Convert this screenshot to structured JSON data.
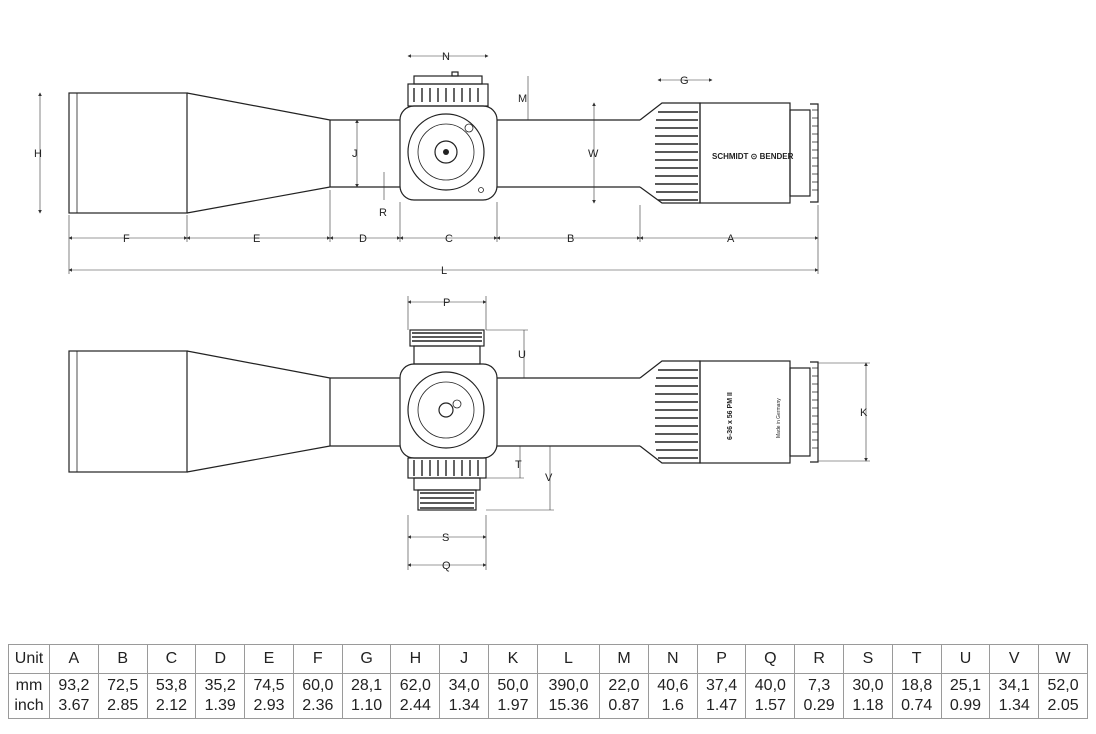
{
  "diagram": {
    "labels": {
      "A": "A",
      "B": "B",
      "C": "C",
      "D": "D",
      "E": "E",
      "F": "F",
      "G": "G",
      "H": "H",
      "J": "J",
      "K": "K",
      "L": "L",
      "M": "M",
      "N": "N",
      "P": "P",
      "Q": "Q",
      "R": "R",
      "S": "S",
      "T": "T",
      "U": "U",
      "V": "V",
      "W": "W"
    },
    "brand_text": "SCHMIDT ⊙ BENDER",
    "model_text": "6-36 x 56 PM II",
    "origin_text": "Made in Germany"
  },
  "table": {
    "unit_header": "Unit",
    "columns": [
      "A",
      "B",
      "C",
      "D",
      "E",
      "F",
      "G",
      "H",
      "J",
      "K",
      "L",
      "M",
      "N",
      "P",
      "Q",
      "R",
      "S",
      "T",
      "U",
      "V",
      "W"
    ],
    "row_labels": [
      "mm",
      "inch"
    ],
    "mm": [
      "93,2",
      "72,5",
      "53,8",
      "35,2",
      "74,5",
      "60,0",
      "28,1",
      "62,0",
      "34,0",
      "50,0",
      "390,0",
      "22,0",
      "40,6",
      "37,4",
      "40,0",
      "7,3",
      "30,0",
      "18,8",
      "25,1",
      "34,1",
      "52,0"
    ],
    "inch": [
      "3.67",
      "2.85",
      "2.12",
      "1.39",
      "2.93",
      "2.36",
      "1.10",
      "2.44",
      "1.34",
      "1.97",
      "15.36",
      "0.87",
      "1.6",
      "1.47",
      "1.57",
      "0.29",
      "1.18",
      "0.74",
      "0.99",
      "1.34",
      "2.05"
    ]
  }
}
